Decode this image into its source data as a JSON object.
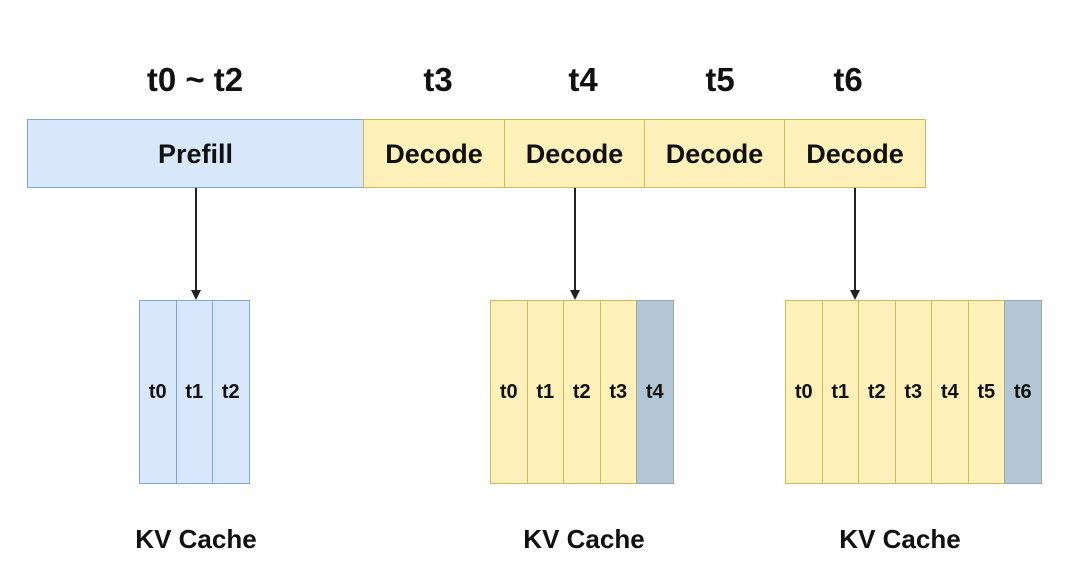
{
  "timeline": {
    "labels": [
      "t0 ~ t2",
      "t3",
      "t4",
      "t5",
      "t6"
    ]
  },
  "phases": {
    "prefill": "Prefill",
    "decode": [
      "Decode",
      "Decode",
      "Decode",
      "Decode"
    ]
  },
  "caches": [
    {
      "caption": "KV Cache",
      "cells": [
        "t0",
        "t1",
        "t2"
      ],
      "highlight": null
    },
    {
      "caption": "KV Cache",
      "cells": [
        "t0",
        "t1",
        "t2",
        "t3",
        "t4"
      ],
      "highlight": "t4"
    },
    {
      "caption": "KV Cache",
      "cells": [
        "t0",
        "t1",
        "t2",
        "t3",
        "t4",
        "t5",
        "t6"
      ],
      "highlight": "t6"
    }
  ],
  "colors": {
    "prefill_fill": "#d9e7fb",
    "prefill_border": "#7ea6e0",
    "decode_fill": "#fdf1b9",
    "decode_border": "#d6b656",
    "new_token_fill": "#b3c6d3"
  }
}
